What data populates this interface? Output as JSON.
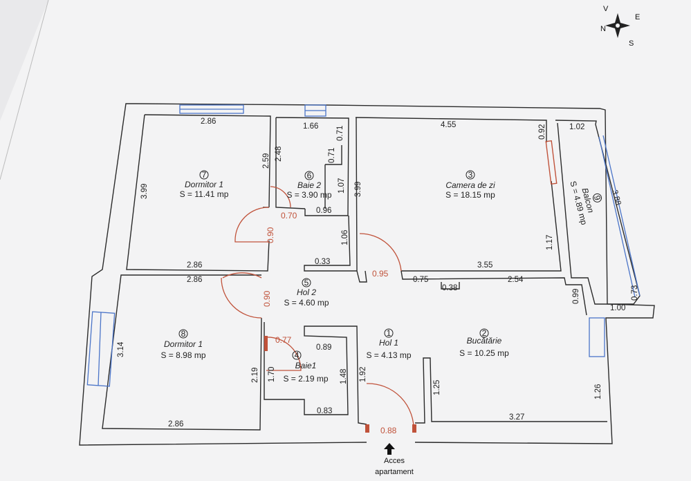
{
  "rooms": [
    {
      "num": "7",
      "name": "Dormitor 1",
      "area": "S = 11.41 mp"
    },
    {
      "num": "6",
      "name": "Baie 2",
      "area": "S = 3.90 mp"
    },
    {
      "num": "3",
      "name": "Camera de zi",
      "area": "S = 18.15 mp"
    },
    {
      "num": "9",
      "name": "Balcon",
      "area": "S = 4.89 mp"
    },
    {
      "num": "5",
      "name": "Hol 2",
      "area": "S = 4.60 mp"
    },
    {
      "num": "8",
      "name": "Dormitor 1",
      "area": "S = 8.98 mp"
    },
    {
      "num": "4",
      "name": "Baie1",
      "area": "S = 2.19 mp"
    },
    {
      "num": "1",
      "name": "Hol 1",
      "area": "S = 4.13 mp"
    },
    {
      "num": "2",
      "name": "Bucătărie",
      "area": "S = 10.25 mp"
    }
  ],
  "dimensions": [
    "2.86",
    "3.99",
    "2.59",
    "2.48",
    "1.66",
    "0.71",
    "0.71",
    "1.07",
    "0.96",
    "4.55",
    "0.92",
    "1.02",
    "3.99",
    "3.88",
    "1.06",
    "0.33",
    "3.55",
    "1.17",
    "2.86",
    "2.86",
    "0.75",
    "0.38",
    "2.54",
    "0.99",
    "0.73",
    "1.00",
    "3.14",
    "0.89",
    "1.48",
    "0.83",
    "1.92",
    "2.19",
    "1.70",
    "1.25",
    "1.26",
    "3.27",
    "2.86"
  ],
  "doors": [
    "0.70",
    "0.90",
    "0.95",
    "0.90",
    "0.77",
    "0.88"
  ],
  "compass": {
    "north": "N",
    "east": "E",
    "south": "S",
    "west": "V"
  },
  "entrance": {
    "line1": "Acces",
    "line2": "apartament"
  }
}
